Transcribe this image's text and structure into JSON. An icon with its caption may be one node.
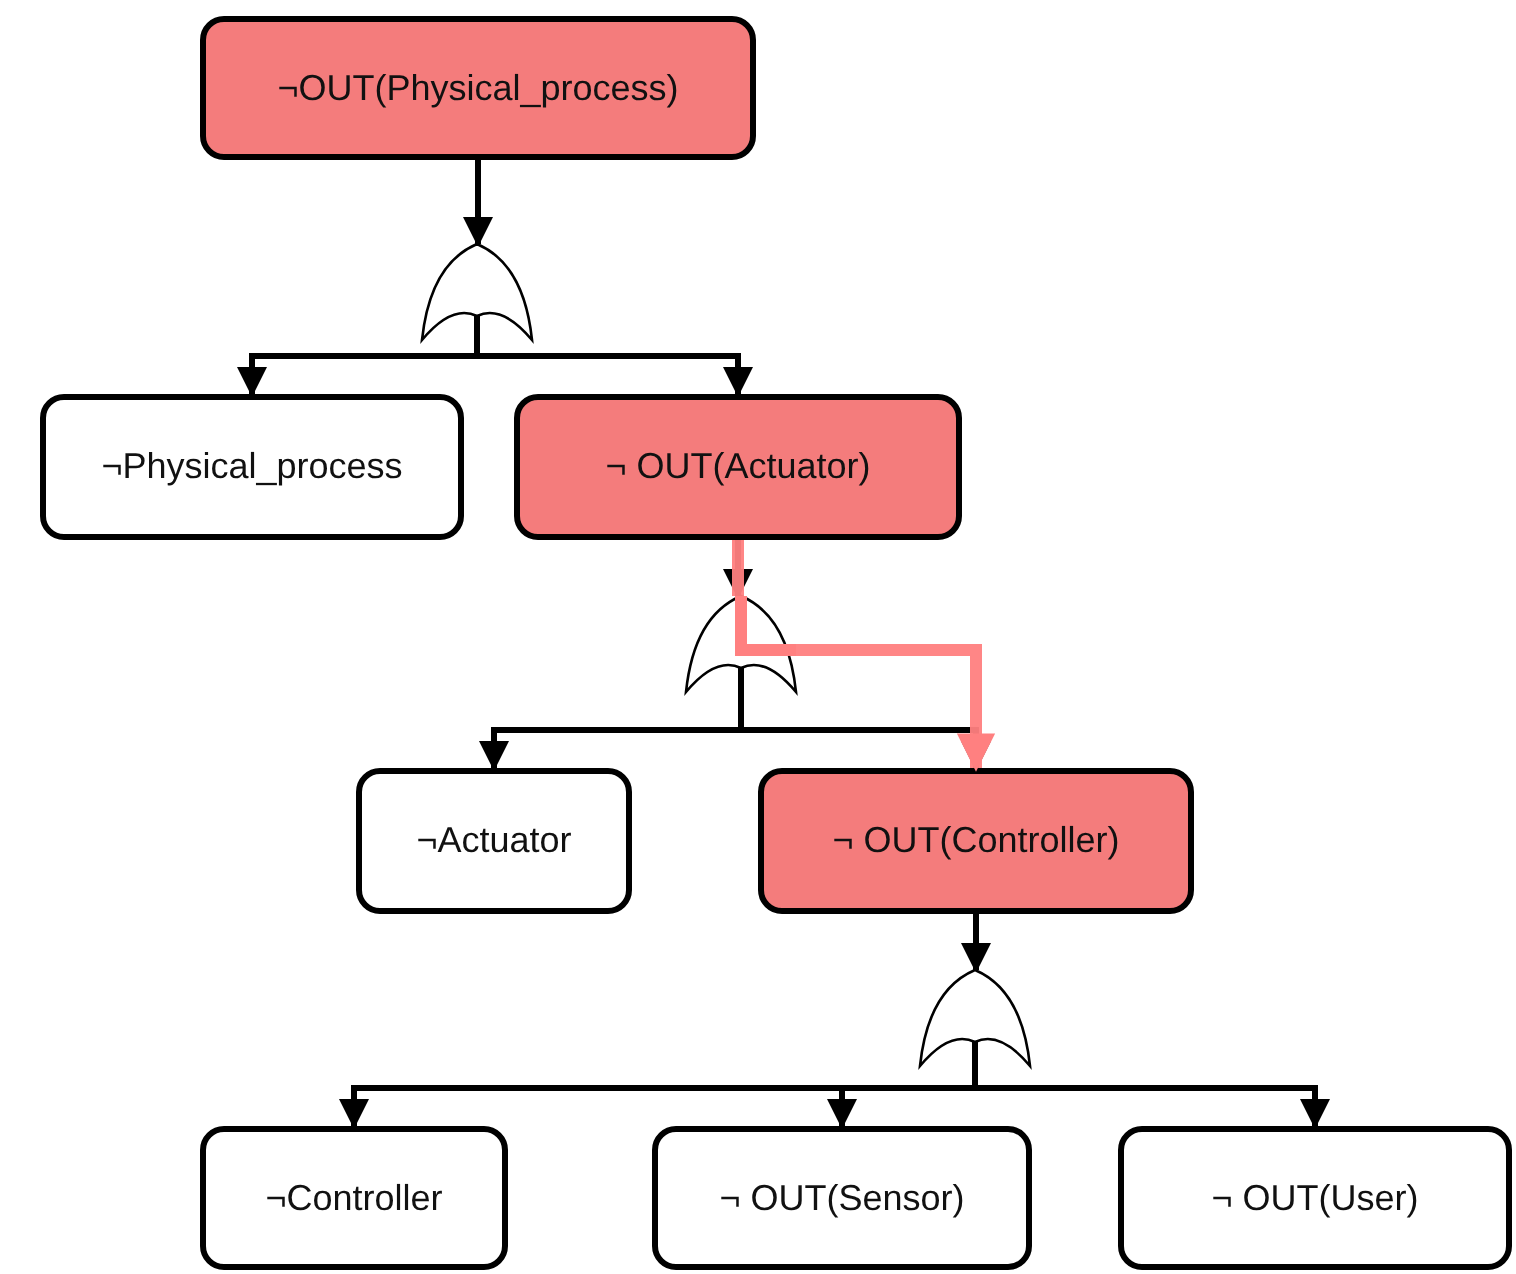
{
  "diagram": {
    "nodes": [
      {
        "text": [
          "¬OUT(Physical_process)"
        ]
      },
      {
        "text": [],
        "shape": "gate"
      },
      {
        "text": [
          "¬Physical_process"
        ]
      },
      {
        "text": [
          "¬ OUT(Actuator)"
        ]
      },
      {
        "text": [],
        "shape": "gate"
      },
      {
        "text": [
          "¬Actuator"
        ]
      },
      {
        "text": [
          "¬ OUT(Controller)"
        ]
      },
      {
        "text": [],
        "shape": "gate"
      },
      {
        "text": [
          "¬Controller"
        ]
      },
      {
        "text": [
          "¬ OUT(Sensor)"
        ]
      },
      {
        "text": [
          "¬ OUT(User)"
        ]
      }
    ],
    "edges": [
      {
        "from": 0,
        "to": 1,
        "arrow": "to"
      },
      {
        "from": 1,
        "to": 2,
        "arrow": "to"
      },
      {
        "from": 1,
        "to": 3,
        "arrow": "to"
      },
      {
        "from": 3,
        "to": 4,
        "arrow": "to"
      },
      {
        "from": 4,
        "to": 5,
        "arrow": "to"
      },
      {
        "from": 4,
        "to": 6,
        "arrow": "to"
      },
      {
        "from": 6,
        "to": 7,
        "arrow": "to"
      },
      {
        "from": 7,
        "to": 8,
        "arrow": "to"
      },
      {
        "from": 7,
        "to": 9,
        "arrow": "to"
      },
      {
        "from": 7,
        "to": 10,
        "arrow": "to"
      },
      {
        "from": 3,
        "to": 4,
        "arrow": "none",
        "style": "thick",
        "color": "#ff8080"
      },
      {
        "from": 4,
        "to": 6,
        "arrow": "to",
        "style": "thick",
        "color": "#ff8080"
      }
    ]
  }
}
